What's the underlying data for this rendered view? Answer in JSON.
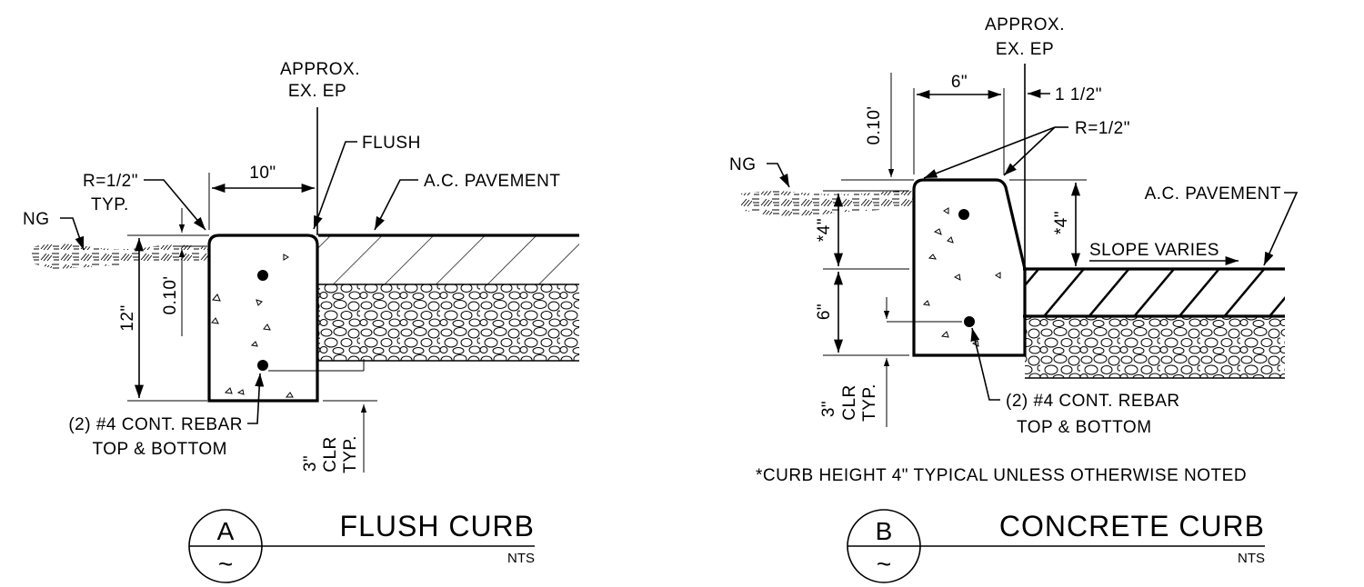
{
  "detail_a": {
    "approx_ep": [
      "APPROX.",
      "EX. EP"
    ],
    "flush": "FLUSH",
    "ac_pavement": "A.C. PAVEMENT",
    "radius": [
      "R=1/2\"",
      "TYP."
    ],
    "ng": "NG",
    "width": "10\"",
    "height": "12\"",
    "drop": "0.10'",
    "rebar": [
      "(2) #4 CONT. REBAR",
      "TOP & BOTTOM"
    ],
    "clearance": [
      "3\"",
      "CLR",
      "TYP."
    ],
    "title": "FLUSH CURB",
    "scale": "NTS",
    "letter": "A",
    "sheet": "~"
  },
  "detail_b": {
    "approx_ep": [
      "APPROX.",
      "EX. EP"
    ],
    "width": "6\"",
    "offset": "1 1/2\"",
    "radius": "R=1/2\"",
    "drop": "0.10'",
    "ng": "NG",
    "ac_pavement": "A.C. PAVEMENT",
    "slope": "SLOPE VARIES",
    "curb_height_left": "*4\"",
    "curb_height_right": "*4\"",
    "depth": "6\"",
    "rebar": [
      "(2) #4 CONT. REBAR",
      "TOP & BOTTOM"
    ],
    "clearance": [
      "3\"",
      "CLR",
      "TYP."
    ],
    "note": "*CURB HEIGHT 4\" TYPICAL UNLESS OTHERWISE NOTED",
    "title": "CONCRETE CURB",
    "scale": "NTS",
    "letter": "B",
    "sheet": "~"
  }
}
